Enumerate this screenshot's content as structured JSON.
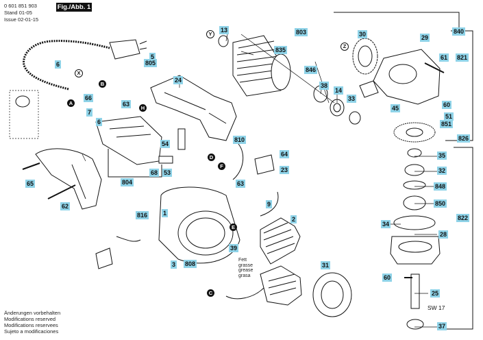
{
  "header": {
    "part_number": "0 601 851 903",
    "stand_label": "Stand",
    "stand_value": "01-05",
    "issue_label": "Issue",
    "issue_value": "02-01-15",
    "figure_tag": "Fig./Abb. 1"
  },
  "footer": {
    "lines": [
      "Änderungen vorbehalten",
      "Modifications reserved",
      "Modifications reservees",
      "Sujeto a modificaciones"
    ]
  },
  "annotations": {
    "grease_lines": [
      "Fett",
      "grasse",
      "grease",
      "grasa"
    ],
    "wrench_size": "SW 17"
  },
  "part_labels": [
    "13",
    "803",
    "840",
    "835",
    "30",
    "29",
    "821",
    "5",
    "805",
    "6",
    "846",
    "38",
    "14",
    "61",
    "24",
    "66",
    "63",
    "7",
    "6",
    "33",
    "60",
    "51",
    "851",
    "45",
    "826",
    "810",
    "64",
    "23",
    "35",
    "32",
    "848",
    "850",
    "822",
    "28",
    "25",
    "37",
    "1",
    "816",
    "9",
    "2",
    "31",
    "39",
    "808",
    "34",
    "60",
    "53",
    "68",
    "804",
    "62",
    "65",
    "54",
    "63",
    "3"
  ],
  "connector_marks": [
    {
      "letter": "X",
      "style": "light"
    },
    {
      "letter": "B",
      "style": "dark"
    },
    {
      "letter": "A",
      "style": "dark"
    },
    {
      "letter": "H",
      "style": "dark"
    },
    {
      "letter": "Y",
      "style": "light"
    },
    {
      "letter": "Z",
      "style": "light"
    },
    {
      "letter": "D",
      "style": "dark"
    },
    {
      "letter": "F",
      "style": "dark"
    },
    {
      "letter": "E",
      "style": "dark"
    },
    {
      "letter": "C",
      "style": "dark"
    }
  ],
  "colors": {
    "label_bg": "#8fd3e8",
    "ink": "#111111",
    "paper": "#ffffff"
  }
}
